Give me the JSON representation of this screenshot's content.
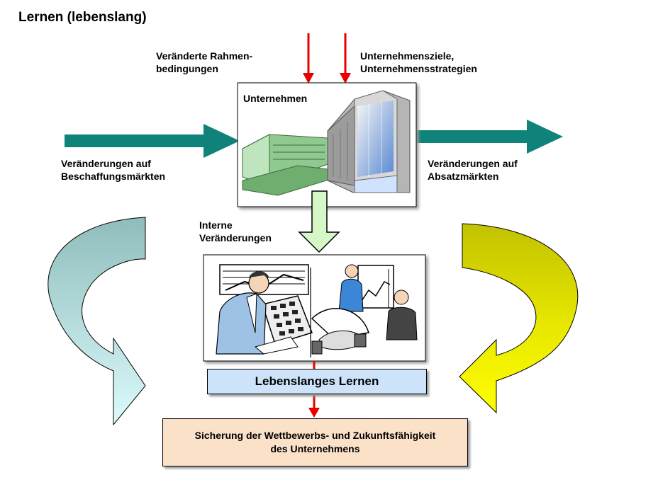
{
  "title": "Lernen (lebenslang)",
  "labels": {
    "rahmen": [
      "Veränderte Rahmen-",
      "bedingungen"
    ],
    "ziele": [
      "Unternehmensziele,",
      "Unternehmensstrategien"
    ],
    "beschaffung": [
      "Veränderungen auf",
      "Beschaffungsmärkten"
    ],
    "absatz": [
      "Veränderungen auf",
      "Absatzmärkten"
    ],
    "intern": [
      "Interne",
      "Veränderungen"
    ]
  },
  "unternehmen_label": "Unternehmen",
  "lernen_label": "Lebenslanges Lernen",
  "result": [
    "Sicherung der Wettbewerbs-  und Zukunftsfähigkeit",
    "des Unternehmens"
  ],
  "colors": {
    "teal_arrow": "#0f827a",
    "red_arrow": "#e80000",
    "green_arrow": "#d6f7c6",
    "left_curve_top": "#8fbdbb",
    "left_curve_bottom": "#dcfafc",
    "right_curve_top": "#c2c200",
    "right_curve_bottom": "#ffff00",
    "learn_box": "#cde3f9",
    "result_box": "#fbe1c8"
  },
  "icons": {
    "company": "building-illustration",
    "people": "business-people-illustration"
  }
}
